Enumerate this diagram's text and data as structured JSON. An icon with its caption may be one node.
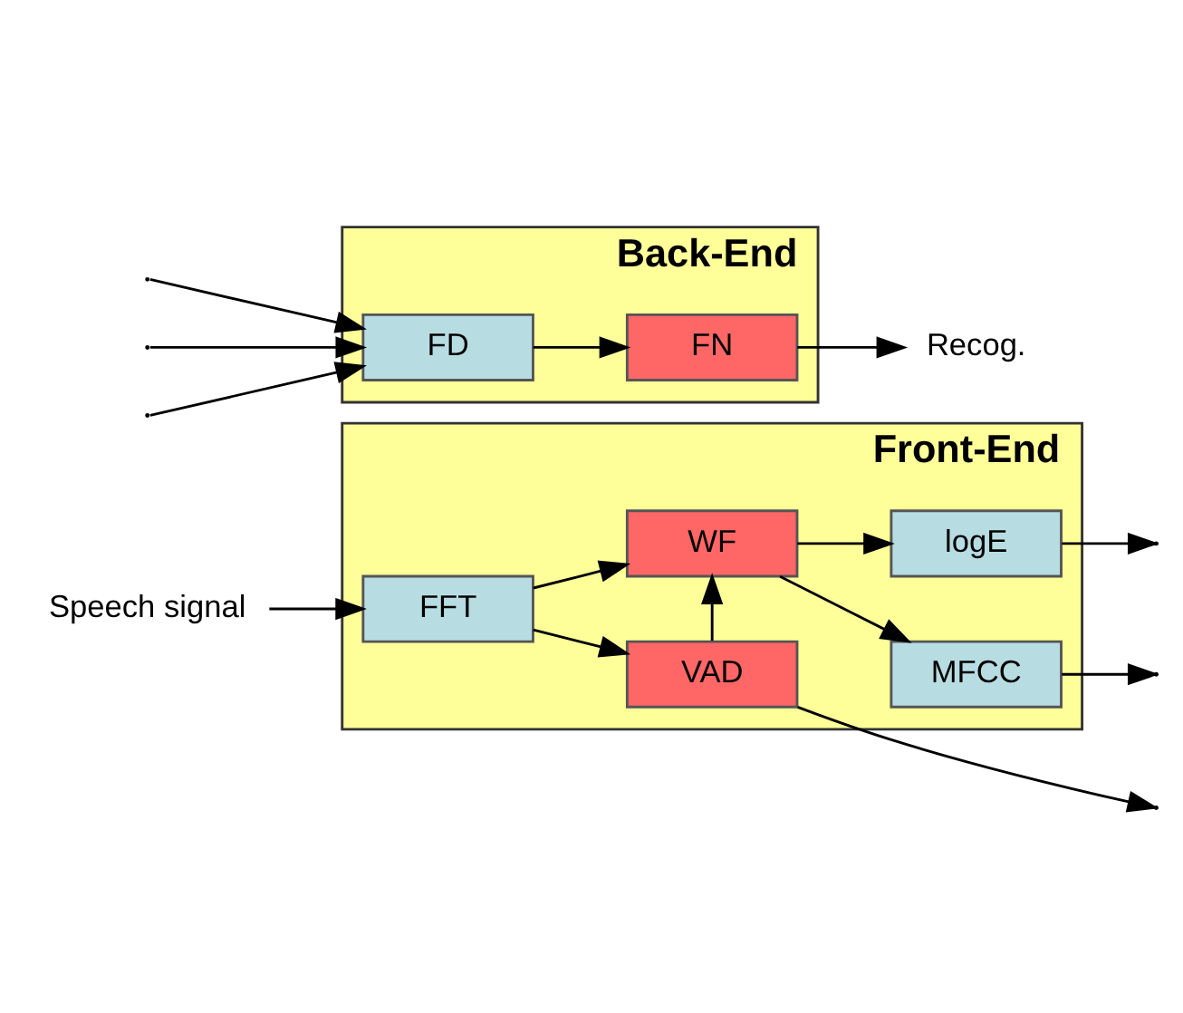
{
  "diagram": {
    "nodes": [
      {
        "text": [
          "Front-End"
        ]
      },
      {
        "text": [
          "FFT"
        ],
        "in": 0
      },
      {
        "text": [
          "VAD"
        ],
        "in": 0
      },
      {
        "text": [
          "WF"
        ],
        "in": 0
      },
      {
        "text": [
          "logE"
        ],
        "in": 0
      },
      {
        "text": [
          "MFCC"
        ],
        "in": 0
      },
      {
        "text": [
          "Speech signal"
        ]
      },
      {
        "text": [
          "Back-End"
        ]
      },
      {
        "text": [
          "FD"
        ],
        "in": 7
      },
      {
        "text": [
          "FN"
        ],
        "in": 7
      },
      {
        "text": [
          "Recog."
        ]
      }
    ],
    "edges": [
      {
        "from": 6,
        "to": 1,
        "arrow": "to"
      },
      {
        "from": 1,
        "to": 2,
        "arrow": "to"
      },
      {
        "from": 1,
        "to": 3,
        "arrow": "to"
      },
      {
        "from": 2,
        "to": 3,
        "arrow": "to"
      },
      {
        "from": 2,
        "to": null,
        "arrow": "to"
      },
      {
        "from": 3,
        "to": 4,
        "arrow": "to"
      },
      {
        "from": 3,
        "to": 5,
        "arrow": "to"
      },
      {
        "from": 4,
        "to": null,
        "arrow": "to"
      },
      {
        "from": 5,
        "to": null,
        "arrow": "to"
      },
      {
        "from": null,
        "to": 8,
        "arrow": "to"
      },
      {
        "from": null,
        "to": 8,
        "arrow": "to"
      },
      {
        "from": null,
        "to": 8,
        "arrow": "to"
      },
      {
        "from": 8,
        "to": 9,
        "arrow": "to"
      },
      {
        "from": 9,
        "to": 10,
        "arrow": "to"
      }
    ]
  }
}
